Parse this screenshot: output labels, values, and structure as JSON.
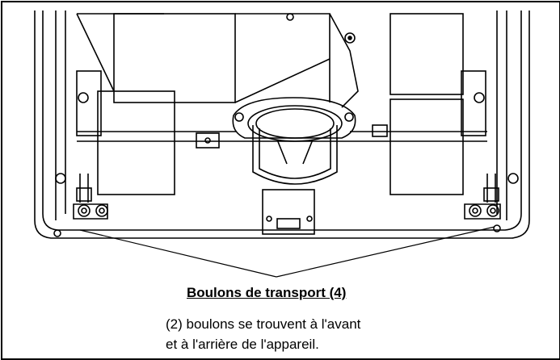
{
  "caption": {
    "title": "Boulons de transport (4)",
    "line1": "(2) boulons se trouvent à l'avant",
    "line2": "et à l'arrière de l'appareil."
  }
}
